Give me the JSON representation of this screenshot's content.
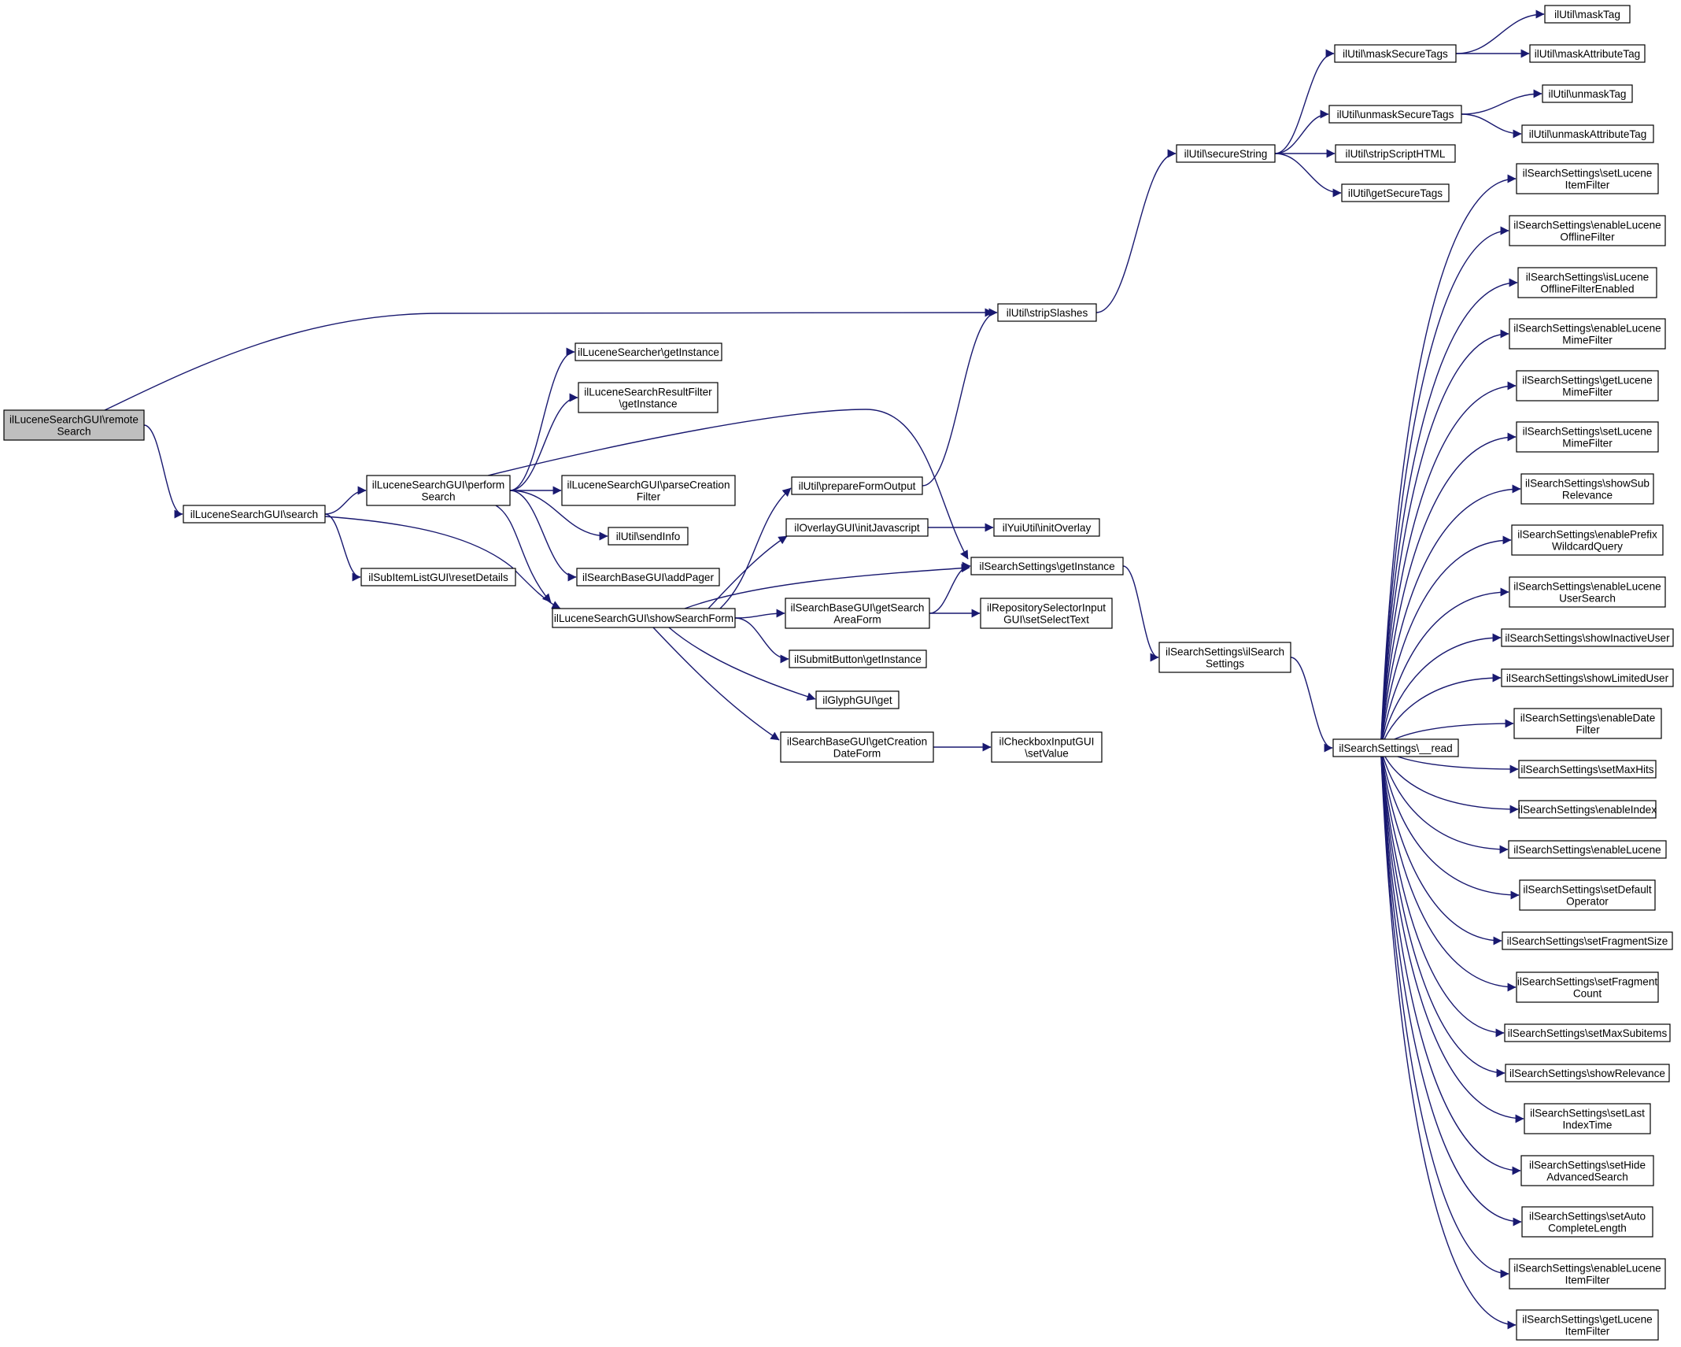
{
  "colors": {
    "edge": "#191970",
    "node_border": "#000000",
    "node_fill": "#ffffff",
    "root_fill": "#bfbfbf"
  },
  "nodes": [
    {
      "id": "remoteSearch",
      "lines": [
        "ilLuceneSearchGUI\\remote",
        "Search"
      ],
      "root": true
    },
    {
      "id": "search",
      "lines": [
        "ilLuceneSearchGUI\\search"
      ]
    },
    {
      "id": "performSearch",
      "lines": [
        "ilLuceneSearchGUI\\perform",
        "Search"
      ]
    },
    {
      "id": "resetDetails",
      "lines": [
        "ilSubItemListGUI\\resetDetails"
      ]
    },
    {
      "id": "showSearchForm",
      "lines": [
        "ilLuceneSearchGUI\\showSearchForm"
      ]
    },
    {
      "id": "searcherGetInstance",
      "lines": [
        "ilLuceneSearcher\\getInstance"
      ]
    },
    {
      "id": "resultFilterGetInstance",
      "lines": [
        "ilLuceneSearchResultFilter",
        "\\getInstance"
      ]
    },
    {
      "id": "parseCreationFilter",
      "lines": [
        "ilLuceneSearchGUI\\parseCreation",
        "Filter"
      ]
    },
    {
      "id": "sendInfo",
      "lines": [
        "ilUtil\\sendInfo"
      ]
    },
    {
      "id": "addPager",
      "lines": [
        "ilSearchBaseGUI\\addPager"
      ]
    },
    {
      "id": "prepareFormOutput",
      "lines": [
        "ilUtil\\prepareFormOutput"
      ]
    },
    {
      "id": "initJavascript",
      "lines": [
        "ilOverlayGUI\\initJavascript"
      ]
    },
    {
      "id": "getSearchAreaForm",
      "lines": [
        "ilSearchBaseGUI\\getSearch",
        "AreaForm"
      ]
    },
    {
      "id": "submitGetInstance",
      "lines": [
        "ilSubmitButton\\getInstance"
      ]
    },
    {
      "id": "glyphGet",
      "lines": [
        "ilGlyphGUI\\get"
      ]
    },
    {
      "id": "getCreationDateForm",
      "lines": [
        "ilSearchBaseGUI\\getCreation",
        "DateForm"
      ]
    },
    {
      "id": "stripSlashes",
      "lines": [
        "ilUtil\\stripSlashes"
      ]
    },
    {
      "id": "settingsGetInstance",
      "lines": [
        "ilSearchSettings\\getInstance"
      ]
    },
    {
      "id": "initOverlay",
      "lines": [
        "ilYuiUtil\\initOverlay"
      ]
    },
    {
      "id": "setSelectText",
      "lines": [
        "ilRepositorySelectorInput",
        "GUI\\setSelectText"
      ]
    },
    {
      "id": "setValue",
      "lines": [
        "ilCheckboxInputGUI",
        "\\setValue"
      ]
    },
    {
      "id": "secureString",
      "lines": [
        "ilUtil\\secureString"
      ]
    },
    {
      "id": "ilSearchSettingsCtor",
      "lines": [
        "ilSearchSettings\\ilSearch",
        "Settings"
      ]
    },
    {
      "id": "maskSecureTags",
      "lines": [
        "ilUtil\\maskSecureTags"
      ]
    },
    {
      "id": "unmaskSecureTags",
      "lines": [
        "ilUtil\\unmaskSecureTags"
      ]
    },
    {
      "id": "stripScriptHTML",
      "lines": [
        "ilUtil\\stripScriptHTML"
      ]
    },
    {
      "id": "getSecureTags",
      "lines": [
        "ilUtil\\getSecureTags"
      ]
    },
    {
      "id": "read",
      "lines": [
        "ilSearchSettings\\__read"
      ]
    },
    {
      "id": "maskTag",
      "lines": [
        "ilUtil\\maskTag"
      ]
    },
    {
      "id": "maskAttributeTag",
      "lines": [
        "ilUtil\\maskAttributeTag"
      ]
    },
    {
      "id": "unmaskTag",
      "lines": [
        "ilUtil\\unmaskTag"
      ]
    },
    {
      "id": "unmaskAttributeTag",
      "lines": [
        "ilUtil\\unmaskAttributeTag"
      ]
    },
    {
      "id": "r01",
      "lines": [
        "ilSearchSettings\\setLucene",
        "ItemFilter"
      ]
    },
    {
      "id": "r02",
      "lines": [
        "ilSearchSettings\\enableLucene",
        "OfflineFilter"
      ]
    },
    {
      "id": "r03",
      "lines": [
        "ilSearchSettings\\isLucene",
        "OfflineFilterEnabled"
      ]
    },
    {
      "id": "r04",
      "lines": [
        "ilSearchSettings\\enableLucene",
        "MimeFilter"
      ]
    },
    {
      "id": "r05",
      "lines": [
        "ilSearchSettings\\getLucene",
        "MimeFilter"
      ]
    },
    {
      "id": "r06",
      "lines": [
        "ilSearchSettings\\setLucene",
        "MimeFilter"
      ]
    },
    {
      "id": "r07",
      "lines": [
        "ilSearchSettings\\showSub",
        "Relevance"
      ]
    },
    {
      "id": "r08",
      "lines": [
        "ilSearchSettings\\enablePrefix",
        "WildcardQuery"
      ]
    },
    {
      "id": "r09",
      "lines": [
        "ilSearchSettings\\enableLucene",
        "UserSearch"
      ]
    },
    {
      "id": "r10",
      "lines": [
        "ilSearchSettings\\showInactiveUser"
      ]
    },
    {
      "id": "r11",
      "lines": [
        "ilSearchSettings\\showLimitedUser"
      ]
    },
    {
      "id": "r12",
      "lines": [
        "ilSearchSettings\\enableDate",
        "Filter"
      ]
    },
    {
      "id": "r13",
      "lines": [
        "ilSearchSettings\\setMaxHits"
      ]
    },
    {
      "id": "r14",
      "lines": [
        "ilSearchSettings\\enableIndex"
      ]
    },
    {
      "id": "r15",
      "lines": [
        "ilSearchSettings\\enableLucene"
      ]
    },
    {
      "id": "r16",
      "lines": [
        "ilSearchSettings\\setDefault",
        "Operator"
      ]
    },
    {
      "id": "r17",
      "lines": [
        "ilSearchSettings\\setFragmentSize"
      ]
    },
    {
      "id": "r18",
      "lines": [
        "ilSearchSettings\\setFragment",
        "Count"
      ]
    },
    {
      "id": "r19",
      "lines": [
        "ilSearchSettings\\setMaxSubitems"
      ]
    },
    {
      "id": "r20",
      "lines": [
        "ilSearchSettings\\showRelevance"
      ]
    },
    {
      "id": "r21",
      "lines": [
        "ilSearchSettings\\setLast",
        "IndexTime"
      ]
    },
    {
      "id": "r22",
      "lines": [
        "ilSearchSettings\\setHide",
        "AdvancedSearch"
      ]
    },
    {
      "id": "r23",
      "lines": [
        "ilSearchSettings\\setAuto",
        "CompleteLength"
      ]
    },
    {
      "id": "r24",
      "lines": [
        "ilSearchSettings\\enableLucene",
        "ItemFilter"
      ]
    },
    {
      "id": "r25",
      "lines": [
        "ilSearchSettings\\getLucene",
        "ItemFilter"
      ]
    }
  ],
  "edges": [
    [
      "remoteSearch",
      "stripSlashes"
    ],
    [
      "remoteSearch",
      "search"
    ],
    [
      "search",
      "performSearch"
    ],
    [
      "search",
      "resetDetails"
    ],
    [
      "search",
      "showSearchForm"
    ],
    [
      "performSearch",
      "searcherGetInstance"
    ],
    [
      "performSearch",
      "resultFilterGetInstance"
    ],
    [
      "performSearch",
      "settingsGetInstance"
    ],
    [
      "performSearch",
      "parseCreationFilter"
    ],
    [
      "performSearch",
      "sendInfo"
    ],
    [
      "performSearch",
      "addPager"
    ],
    [
      "performSearch",
      "showSearchForm"
    ],
    [
      "showSearchForm",
      "prepareFormOutput"
    ],
    [
      "showSearchForm",
      "initJavascript"
    ],
    [
      "showSearchForm",
      "settingsGetInstance"
    ],
    [
      "showSearchForm",
      "getSearchAreaForm"
    ],
    [
      "showSearchForm",
      "submitGetInstance"
    ],
    [
      "showSearchForm",
      "glyphGet"
    ],
    [
      "showSearchForm",
      "getCreationDateForm"
    ],
    [
      "prepareFormOutput",
      "stripSlashes"
    ],
    [
      "initJavascript",
      "initOverlay"
    ],
    [
      "getSearchAreaForm",
      "settingsGetInstance"
    ],
    [
      "getSearchAreaForm",
      "setSelectText"
    ],
    [
      "getCreationDateForm",
      "setValue"
    ],
    [
      "stripSlashes",
      "secureString"
    ],
    [
      "secureString",
      "maskSecureTags"
    ],
    [
      "secureString",
      "unmaskSecureTags"
    ],
    [
      "secureString",
      "stripScriptHTML"
    ],
    [
      "secureString",
      "getSecureTags"
    ],
    [
      "maskSecureTags",
      "maskTag"
    ],
    [
      "maskSecureTags",
      "maskAttributeTag"
    ],
    [
      "unmaskSecureTags",
      "unmaskTag"
    ],
    [
      "unmaskSecureTags",
      "unmaskAttributeTag"
    ],
    [
      "settingsGetInstance",
      "ilSearchSettingsCtor"
    ],
    [
      "ilSearchSettingsCtor",
      "read"
    ],
    [
      "read",
      "r01"
    ],
    [
      "read",
      "r02"
    ],
    [
      "read",
      "r03"
    ],
    [
      "read",
      "r04"
    ],
    [
      "read",
      "r05"
    ],
    [
      "read",
      "r06"
    ],
    [
      "read",
      "r07"
    ],
    [
      "read",
      "r08"
    ],
    [
      "read",
      "r09"
    ],
    [
      "read",
      "r10"
    ],
    [
      "read",
      "r11"
    ],
    [
      "read",
      "r12"
    ],
    [
      "read",
      "r13"
    ],
    [
      "read",
      "r14"
    ],
    [
      "read",
      "r15"
    ],
    [
      "read",
      "r16"
    ],
    [
      "read",
      "r17"
    ],
    [
      "read",
      "r18"
    ],
    [
      "read",
      "r19"
    ],
    [
      "read",
      "r20"
    ],
    [
      "read",
      "r21"
    ],
    [
      "read",
      "r22"
    ],
    [
      "read",
      "r23"
    ],
    [
      "read",
      "r24"
    ],
    [
      "read",
      "r25"
    ]
  ]
}
